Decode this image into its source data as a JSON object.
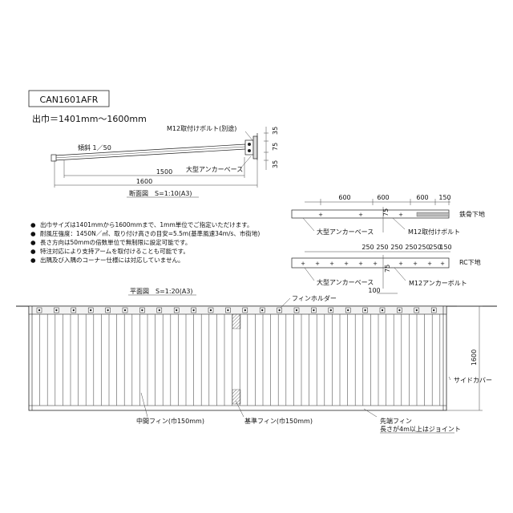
{
  "header": {
    "model": "CAN1601AFR",
    "range": "出巾＝1401mm〜1600mm"
  },
  "section": {
    "title": "断面図　S=1:10(A3)",
    "slope": "傾斜 1／50",
    "bolt": "M12取付けボルト(別途)",
    "base": "大型アンカーベース",
    "dim_1500": "1500",
    "dim_1600": "1600",
    "dim_35a": "35",
    "dim_75": "75",
    "dim_35b": "35"
  },
  "steel": {
    "label": "鉄骨下地",
    "base": "大型アンカーベース",
    "bolt": "M12取付けボルト",
    "dims": [
      "600",
      "600",
      "600",
      "150"
    ],
    "dim_75": "75"
  },
  "rc": {
    "label": "RC下地",
    "base": "大型アンカーベース",
    "bolt": "M12アンカーボルト",
    "dims": [
      "250",
      "250",
      "250",
      "250",
      "250",
      "250",
      "150"
    ],
    "dim_75": "75",
    "dim_100": "100"
  },
  "notes": [
    "出巾サイズは1401mmから1600mmまで、1mm単位でご指定いただけます。",
    "耐風圧強度：1450N／㎡、取り付け高さの目安=5.5m(基準風速34m/s、市街地)",
    "長さ方向は50mmの倍数単位で無制限に設定可能です。",
    "特注対応により支持アームを取付けることも可能です。",
    "出隅及び入隅のコーナー仕様には対応していません。"
  ],
  "plan": {
    "title": "平面図　S=1:20(A3)",
    "fin_holder": "フィンホルダー",
    "side_cover": "サイドカバー",
    "depth": "1600",
    "mid_fin": "中間フィン(巾150mm)",
    "base_fin": "基準フィン(巾150mm)",
    "tip_fin": "先端フィン",
    "tip_note": "長さが4m以上はジョイント"
  }
}
